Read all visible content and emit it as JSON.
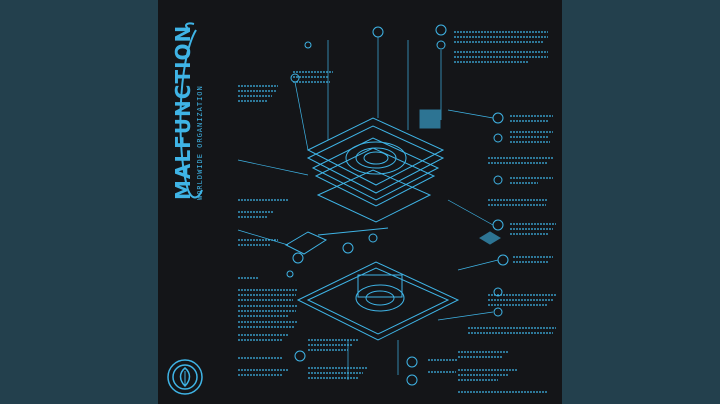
{
  "album": {
    "title": "MALFUNCTION",
    "subtitle": "WORLDWIDE ORGANIZATION"
  },
  "colors": {
    "background": "#23404d",
    "artwork": "#141518",
    "accent": "#3fb4e6"
  },
  "icons": [
    "leaf-seal-icon",
    "turntable-exploded-diagram"
  ]
}
